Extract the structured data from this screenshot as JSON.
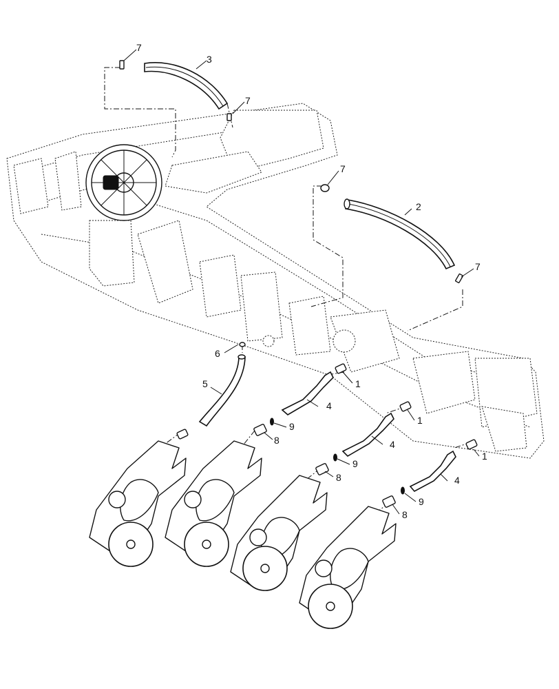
{
  "callouts": {
    "c1a": "1",
    "c1b": "1",
    "c1c": "1",
    "c2": "2",
    "c3": "3",
    "c4a": "4",
    "c4b": "4",
    "c4c": "4",
    "c5": "5",
    "c6": "6",
    "c7a": "7",
    "c7b": "7",
    "c7c": "7",
    "c7d": "7",
    "c8a": "8",
    "c8b": "8",
    "c8c": "8",
    "c9a": "9",
    "c9b": "9",
    "c9c": "9"
  }
}
